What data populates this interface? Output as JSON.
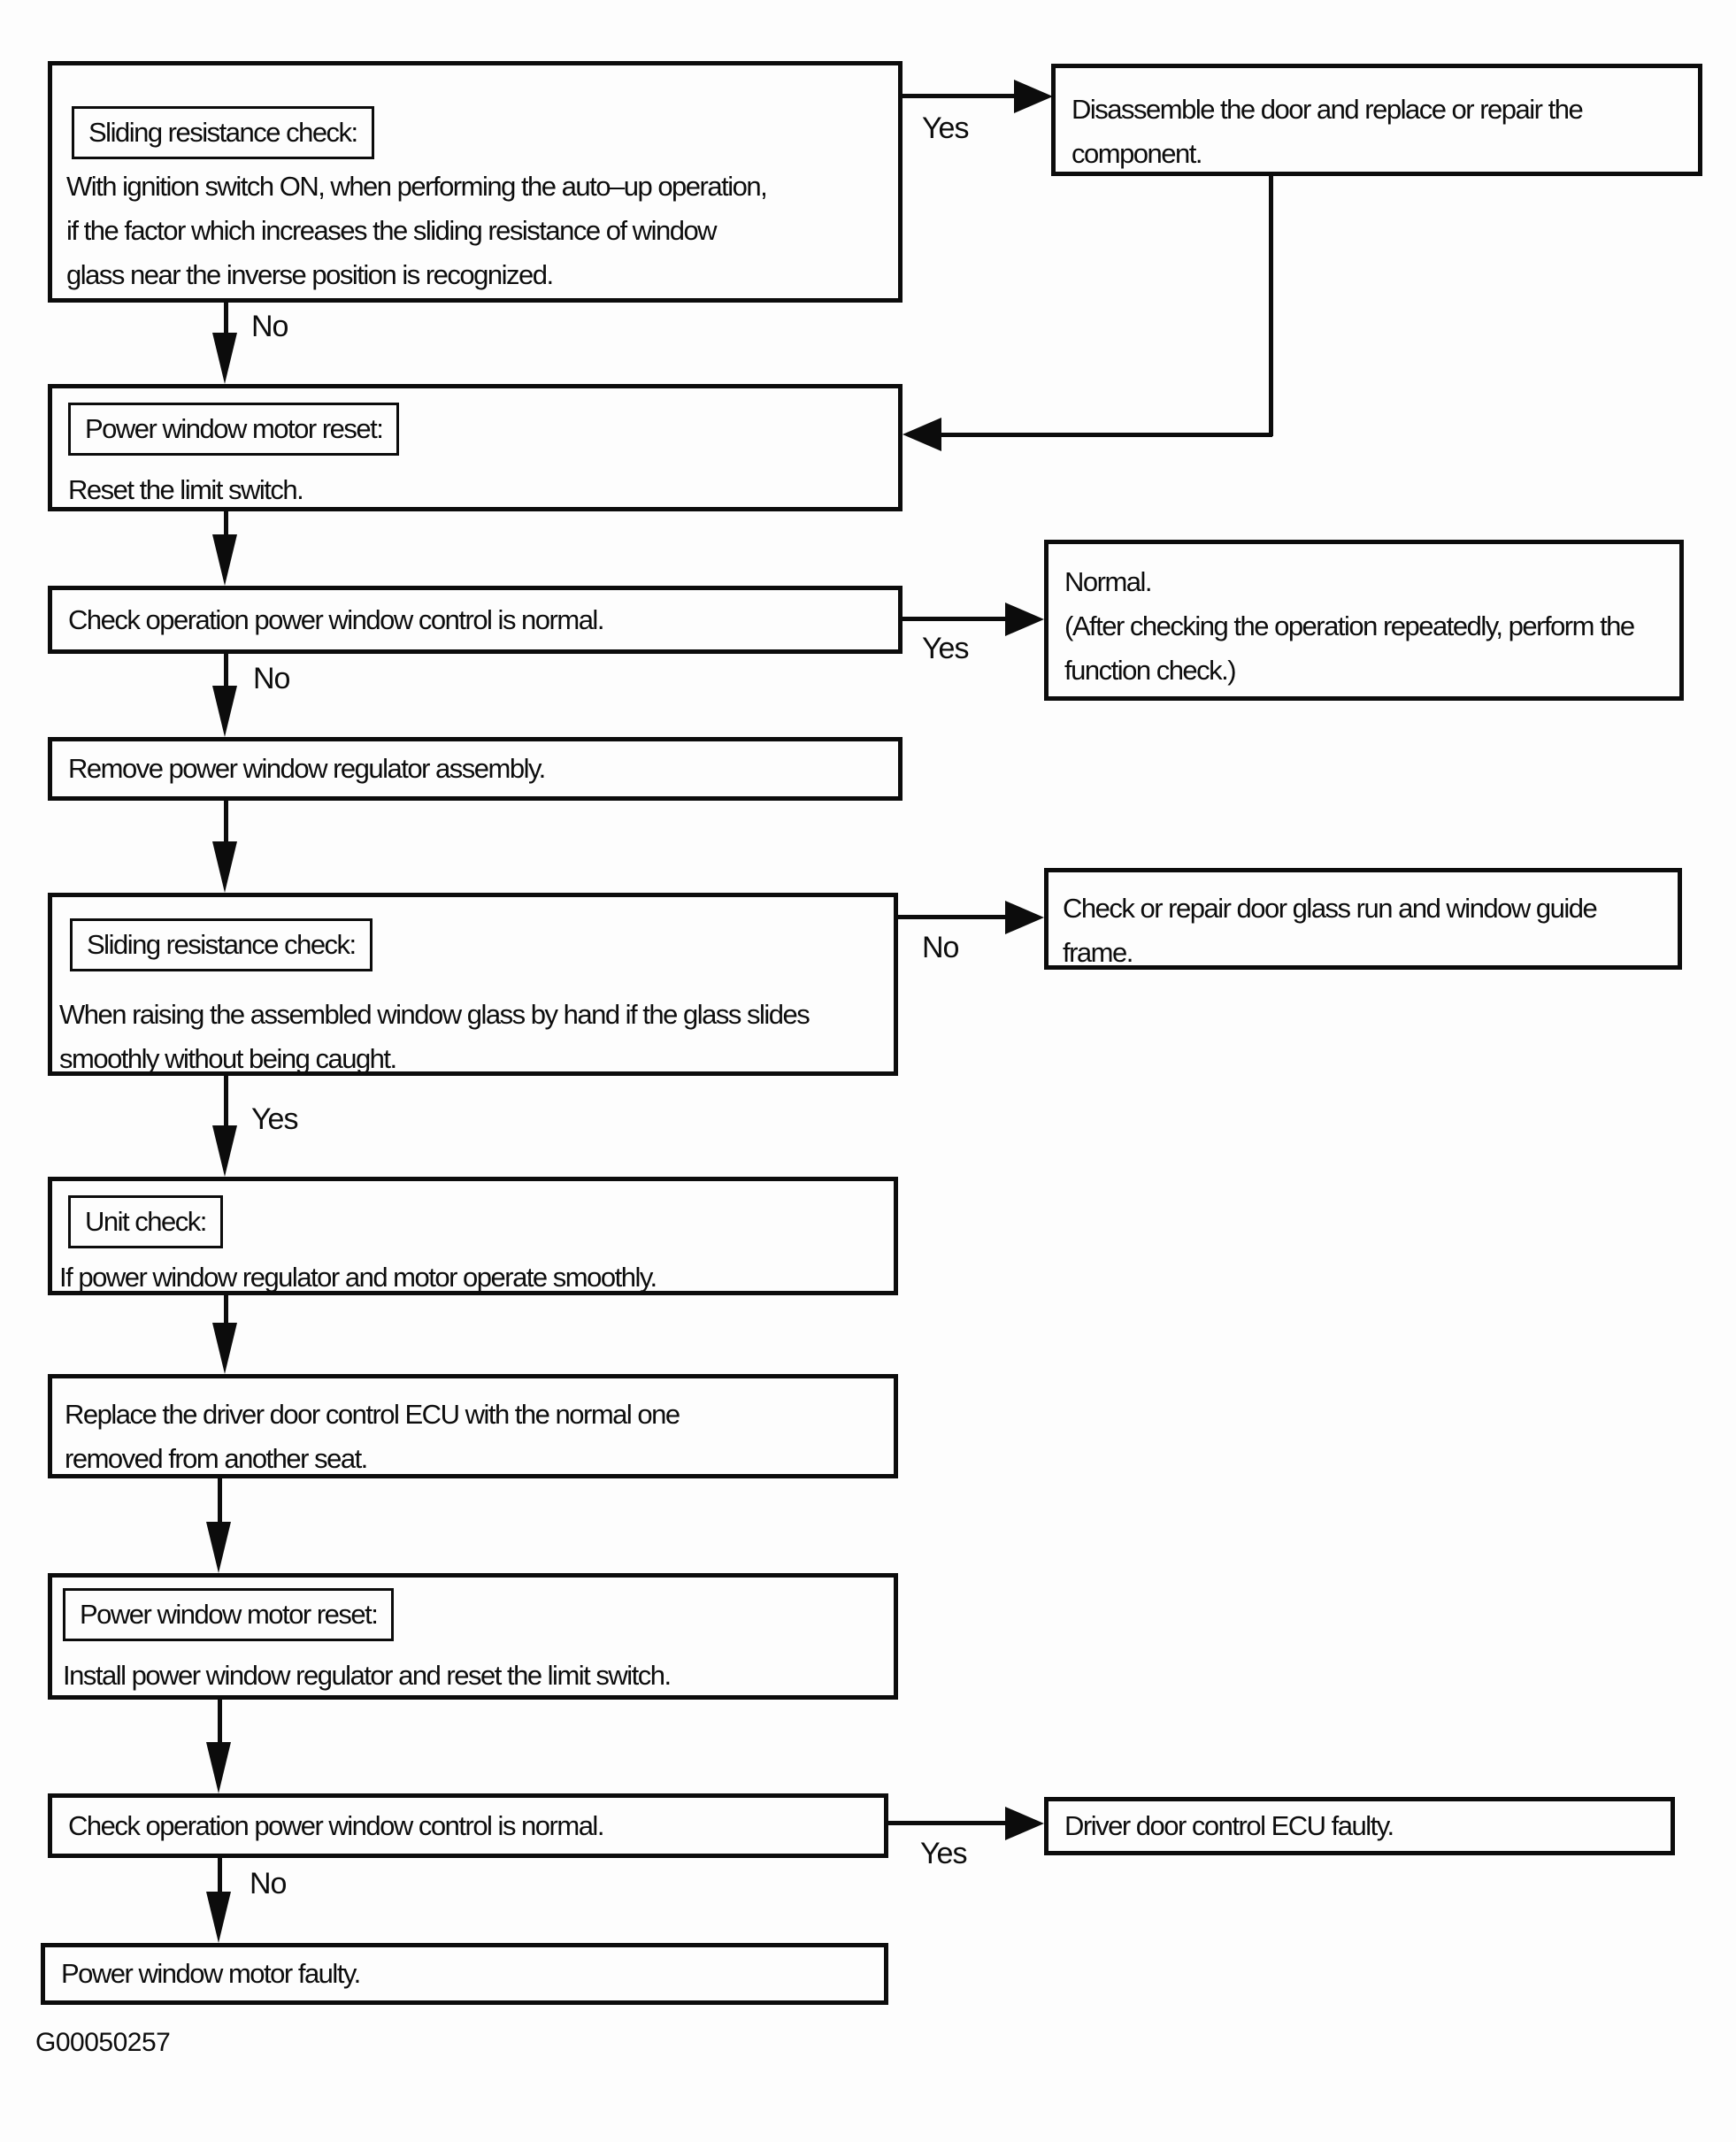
{
  "figure_id": "G00050257",
  "nodes": {
    "sliding_check_1": {
      "tag": "Sliding  resistance check:",
      "body": "With ignition switch ON, when performing the auto–up operation,\nif the factor which increases the sliding resistance of window\nglass near the inverse position is recognized."
    },
    "disassemble": {
      "body": "Disassemble the door and replace or repair the\ncomponent."
    },
    "motor_reset_1": {
      "tag": "Power window motor reset:",
      "body": "Reset the limit switch."
    },
    "check_op_1": {
      "body": "Check operation power window control is normal."
    },
    "normal_result": {
      "body": "Normal.\n(After checking the operation repeatedly, perform the\nfunction check.)"
    },
    "remove_regulator": {
      "body": "Remove power window regulator assembly."
    },
    "sliding_check_2": {
      "tag": "Sliding  resistance check:",
      "body": "When raising the assembled window glass by hand if the glass slides\nsmoothly without being caught."
    },
    "check_repair_glass_run": {
      "body": "Check or repair door glass run and window guide\nframe."
    },
    "unit_check": {
      "tag": "Unit check:",
      "body": "If power window regulator and motor operate smoothly."
    },
    "replace_ecu": {
      "body": "Replace the driver door control ECU with the normal one\nremoved from another seat."
    },
    "motor_reset_2": {
      "tag": "Power window motor reset:",
      "body": "Install power window regulator and reset the limit switch."
    },
    "check_op_2": {
      "body": "Check operation power window control is normal."
    },
    "ecu_faulty": {
      "body": "Driver door control ECU faulty."
    },
    "motor_faulty": {
      "body": "Power window motor faulty."
    }
  },
  "connectors": {
    "sliding1_yes": "Yes",
    "sliding1_no": "No",
    "checkop1_yes": "Yes",
    "checkop1_no": "No",
    "sliding2_no": "No",
    "sliding2_yes": "Yes",
    "checkop2_yes": "Yes",
    "checkop2_no": "No"
  }
}
